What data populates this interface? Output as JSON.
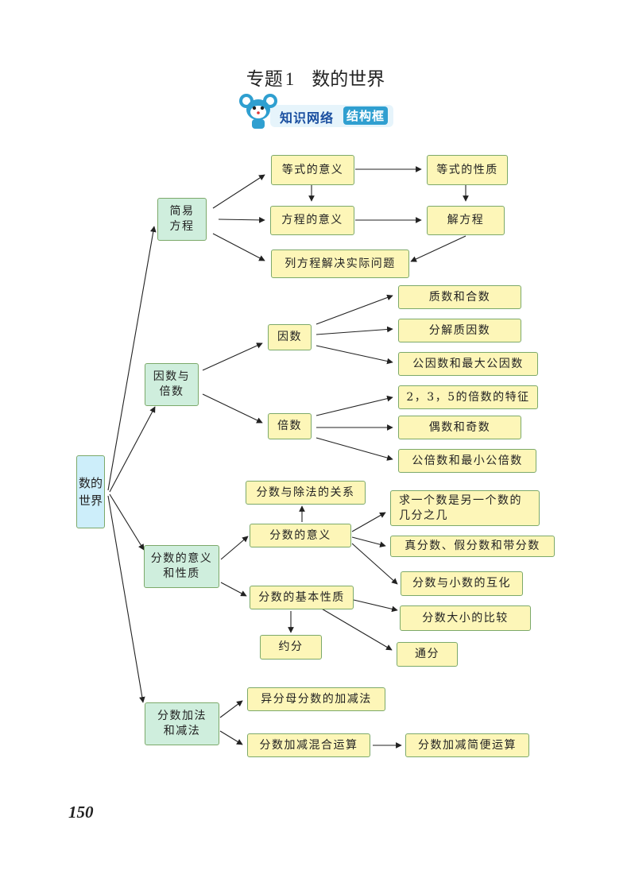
{
  "header": {
    "title_prefix": "专题",
    "title_number": "1",
    "title_text": "数的世界",
    "banner_left": "知识网络",
    "banner_right": "结构框"
  },
  "root": "数的世界",
  "sections": {
    "equation": {
      "label": "简易\n方程",
      "eq_meaning": "等式的意义",
      "eq_property": "等式的性质",
      "fc_meaning": "方程的意义",
      "solve": "解方程",
      "apply": "列方程解决实际问题"
    },
    "factor": {
      "label": "因数与\n倍数",
      "factor": "因数",
      "prime": "质数和合数",
      "decompose": "分解质因数",
      "gcd": "公因数和最大公因数",
      "multiple": "倍数",
      "traits": "2，3，5的倍数的特征",
      "parity": "偶数和奇数",
      "lcm": "公倍数和最小公倍数"
    },
    "fraction": {
      "label": "分数的意义\n和性质",
      "div_relation": "分数与除法的关系",
      "meaning": "分数的意义",
      "fraction_of": "求一个数是另一个数的\n几分之几",
      "kinds": "真分数、假分数和带分数",
      "decimal": "分数与小数的互化",
      "basic_property": "分数的基本性质",
      "compare": "分数大小的比较",
      "reduce": "约分",
      "common_denom": "通分"
    },
    "addsub": {
      "label": "分数加法\n和减法",
      "unlike": "异分母分数的加减法",
      "mixed": "分数加减混合运算",
      "simplified": "分数加减简便运算"
    }
  },
  "page_number": "150",
  "colors": {
    "leaf_fill": "#fdf6b8",
    "branch_fill": "#cfeedd",
    "root_fill": "#cdeefa",
    "border": "#7ca96a",
    "banner_blue": "#2f9fd0"
  }
}
